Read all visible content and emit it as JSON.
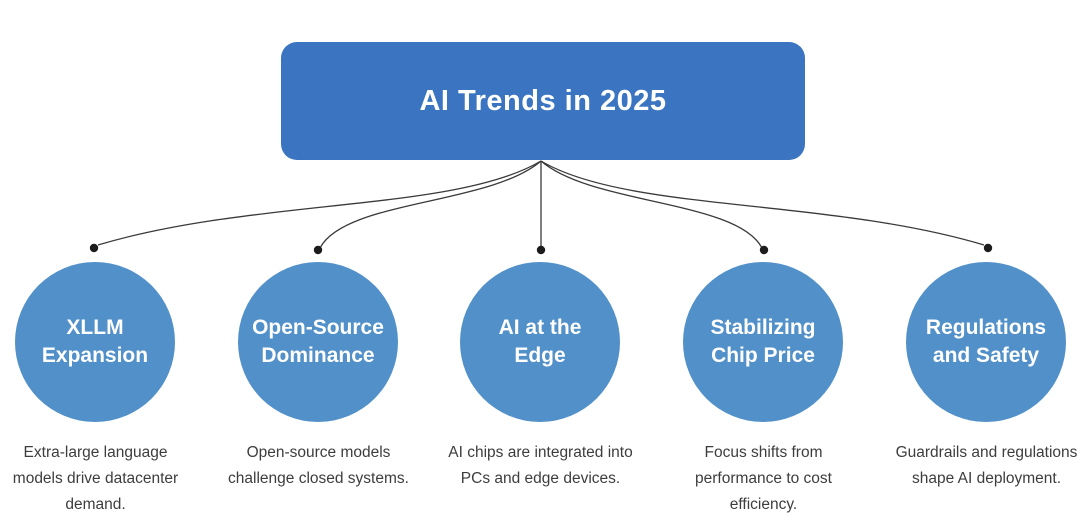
{
  "diagram": {
    "title": "AI Trends in 2025",
    "nodes": [
      {
        "label_line1": "XLLM",
        "label_line2": "Expansion",
        "description": "Extra-large language models drive datacenter demand."
      },
      {
        "label_line1": "Open-Source",
        "label_line2": "Dominance",
        "description": "Open-source models challenge closed systems."
      },
      {
        "label_line1": "AI at the",
        "label_line2": "Edge",
        "description": "AI chips are integrated into PCs and edge devices."
      },
      {
        "label_line1": "Stabilizing",
        "label_line2": "Chip Price",
        "description": "Focus shifts from performance to cost efficiency."
      },
      {
        "label_line1": "Regulations",
        "label_line2": "and Safety",
        "description": "Guardrails and regulations shape AI deployment."
      }
    ],
    "colors": {
      "background": "#ffffff",
      "root_fill": "#3b75c1",
      "node_fill": "#5190c8",
      "connector": "#3a3a3a",
      "title_text": "#ffffff",
      "node_text": "#ffffff",
      "description_text": "#3d3d3d"
    }
  }
}
